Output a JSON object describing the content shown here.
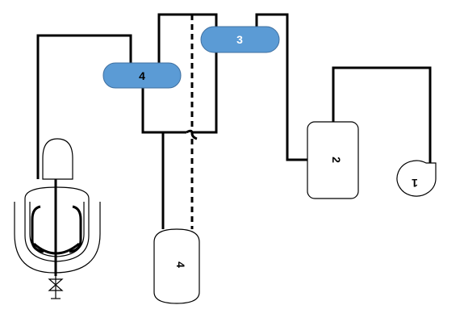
{
  "colors": {
    "condenser_fill": "#5b9bd5",
    "line": "#000000",
    "background": "#ffffff"
  },
  "labels": {
    "condenser_upper": "4",
    "condenser_right": "3",
    "receiver": "4",
    "vessel": "2",
    "pump": "1"
  }
}
